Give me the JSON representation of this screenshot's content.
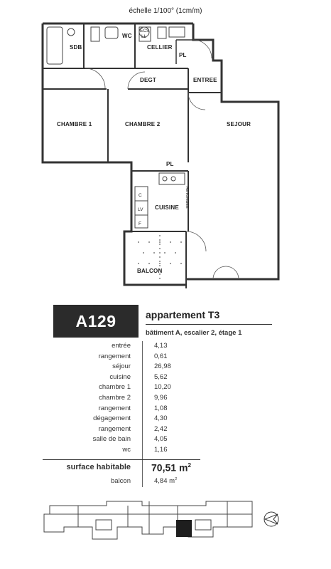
{
  "plan": {
    "scale_note": "échelle 1/100° (1cm/m)",
    "rooms": {
      "sdb": "SDB",
      "wc": "WC",
      "cellier": "CELLIER",
      "ecs": "ECS",
      "ll": "LL",
      "pl_top": "PL",
      "degt": "DEGT",
      "entree": "ENTREE",
      "chambre1": "CHAMBRE 1",
      "chambre2": "CHAMBRE 2",
      "sejour": "SEJOUR",
      "pl_mid": "PL",
      "cuisine": "CUISINE",
      "c": "C",
      "lv": "LV",
      "f": "F",
      "retombee": "RETOMBEE",
      "balcon": "BALCON"
    }
  },
  "apartment": {
    "reference": "A129",
    "type": "appartement T3",
    "location": "bâtiment A, escalier 2, étage 1"
  },
  "areas": [
    {
      "label": "entrée",
      "value": "4,13"
    },
    {
      "label": "rangement",
      "value": "0,61"
    },
    {
      "label": "séjour",
      "value": "26,98"
    },
    {
      "label": "cuisine",
      "value": "5,62"
    },
    {
      "label": "chambre 1",
      "value": "10,20"
    },
    {
      "label": "chambre 2",
      "value": "9,96"
    },
    {
      "label": "rangement",
      "value": "1,08"
    },
    {
      "label": "dégagement",
      "value": "4,30"
    },
    {
      "label": "rangement",
      "value": "2,42"
    },
    {
      "label": "salle de bain",
      "value": "4,05"
    },
    {
      "label": "wc",
      "value": "1,16"
    }
  ],
  "surface": {
    "label": "surface habitable",
    "value": "70,51",
    "unit": "m",
    "unit_exp": "2"
  },
  "balcony": {
    "label": "balcon",
    "value": "4,84",
    "unit": "m",
    "unit_exp": "2"
  }
}
